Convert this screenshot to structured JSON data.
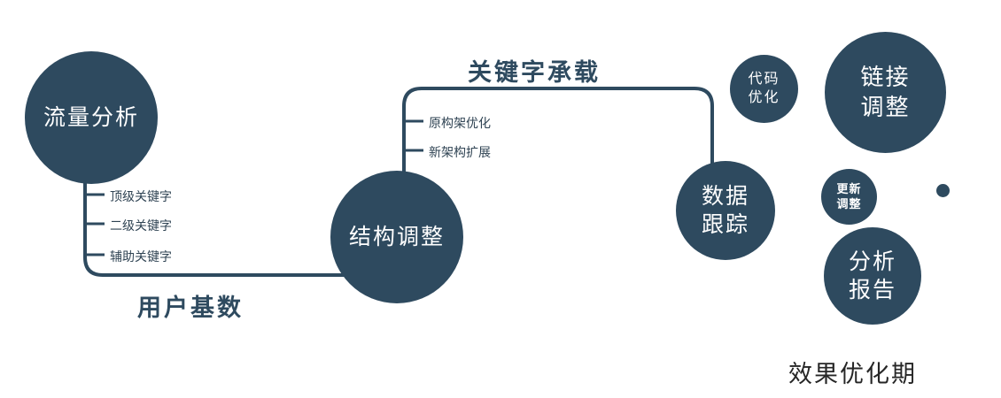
{
  "diagram": {
    "colors": {
      "primary": "#2e4a5f",
      "node_text": "#ffffff",
      "edge_label": "#2e4a5f",
      "caption": "#262626",
      "background": "#ffffff"
    },
    "nodes": {
      "traffic_analysis": {
        "label": "流量分析"
      },
      "structure_adjustment": {
        "label": "结构调整"
      },
      "data_tracking": {
        "line1": "数据",
        "line2": "跟踪"
      },
      "code_optimization": {
        "line1": "代码",
        "line2": "优化"
      },
      "link_adjustment": {
        "line1": "链接",
        "line2": "调整"
      },
      "update_adjustment": {
        "line1": "更新",
        "line2": "调整"
      },
      "analysis_report": {
        "line1": "分析",
        "line2": "报告"
      }
    },
    "edge_labels": {
      "user_base": "用户基数",
      "keyword_carry": "关键字承载"
    },
    "branch_traffic": [
      "顶级关键字",
      "二级关键字",
      "辅助关键字"
    ],
    "branch_structure": [
      "原构架优化",
      "新架构扩展"
    ],
    "caption": "效果优化期"
  }
}
